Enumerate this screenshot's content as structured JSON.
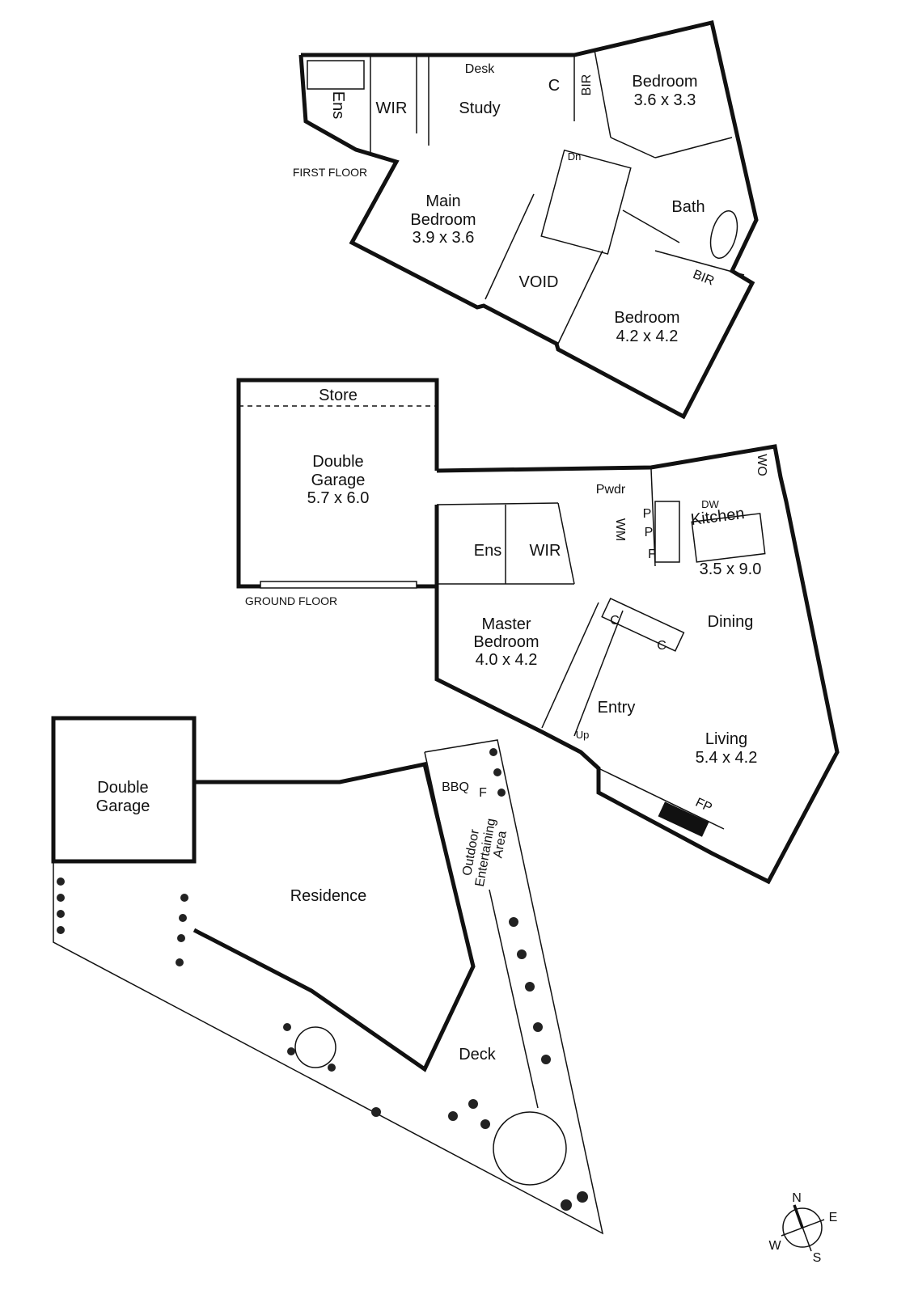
{
  "first_floor": {
    "label": "FIRST FLOOR",
    "rooms": {
      "ens": "Ens",
      "wir": "WIR",
      "desk": "Desk",
      "study": "Study",
      "cupboard": "C",
      "bir_top": "BIR",
      "bedroom_top_name": "Bedroom",
      "bedroom_top_size": "3.6 x 3.3",
      "stairs_down": "Dn",
      "bath": "Bath",
      "main_bedroom_name1": "Main",
      "main_bedroom_name2": "Bedroom",
      "main_bedroom_size": "3.9 x 3.6",
      "void": "VOID",
      "bir_bottom": "BIR",
      "bedroom_bottom_name": "Bedroom",
      "bedroom_bottom_size": "4.2 x 4.2"
    }
  },
  "ground_floor": {
    "label": "GROUND FLOOR",
    "rooms": {
      "store": "Store",
      "garage_name1": "Double",
      "garage_name2": "Garage",
      "garage_size": "5.7 x 6.0",
      "pwdr": "Pwdr",
      "wm": "WM",
      "pantry1": "P",
      "pantry2": "P",
      "fridge": "F",
      "dw": "DW",
      "wo": "WO",
      "kitchen": "Kitchen",
      "kitchen_size": "3.5 x 9.0",
      "ens": "Ens",
      "wir": "WIR",
      "master_name1": "Master",
      "master_name2": "Bedroom",
      "master_size": "4.0 x 4.2",
      "cupboard1": "C",
      "cupboard2": "C",
      "dining": "Dining",
      "entry": "Entry",
      "stairs_up": "Up",
      "living": "Living",
      "living_size": "5.4 x 4.2",
      "fp": "FP"
    }
  },
  "site_plan": {
    "garage_name1": "Double",
    "garage_name2": "Garage",
    "residence": "Residence",
    "bbq": "BBQ",
    "fridge": "F",
    "outdoor1": "Outdoor",
    "outdoor2": "Entertaining",
    "outdoor3": "Area",
    "deck": "Deck"
  },
  "compass": {
    "n": "N",
    "e": "E",
    "s": "S",
    "w": "W"
  }
}
